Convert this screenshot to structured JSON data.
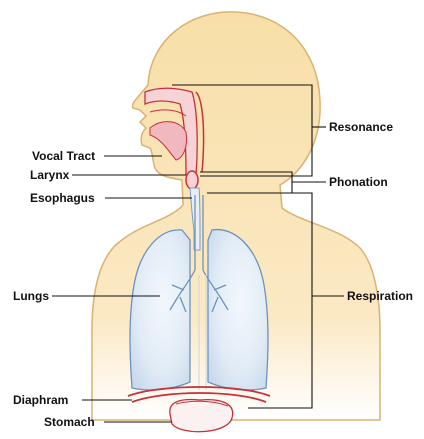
{
  "labels_left": {
    "vocal_tract": "Vocal Tract",
    "larynx": "Larynx",
    "esophagus": "Esophagus",
    "lungs": "Lungs",
    "diaphram": "Diaphram",
    "stomach": "Stomach"
  },
  "labels_right": {
    "resonance": "Resonance",
    "phonation": "Phonation",
    "respiration": "Respiration"
  },
  "colors": {
    "skin": "#f8dfa8",
    "skin_outline": "#d9b274",
    "lung_fill": "#dde9f4",
    "lung_edge": "#6d93bd",
    "tract_red": "#c8303a",
    "tract_pink": "#f6d3d6",
    "line": "#111111"
  }
}
